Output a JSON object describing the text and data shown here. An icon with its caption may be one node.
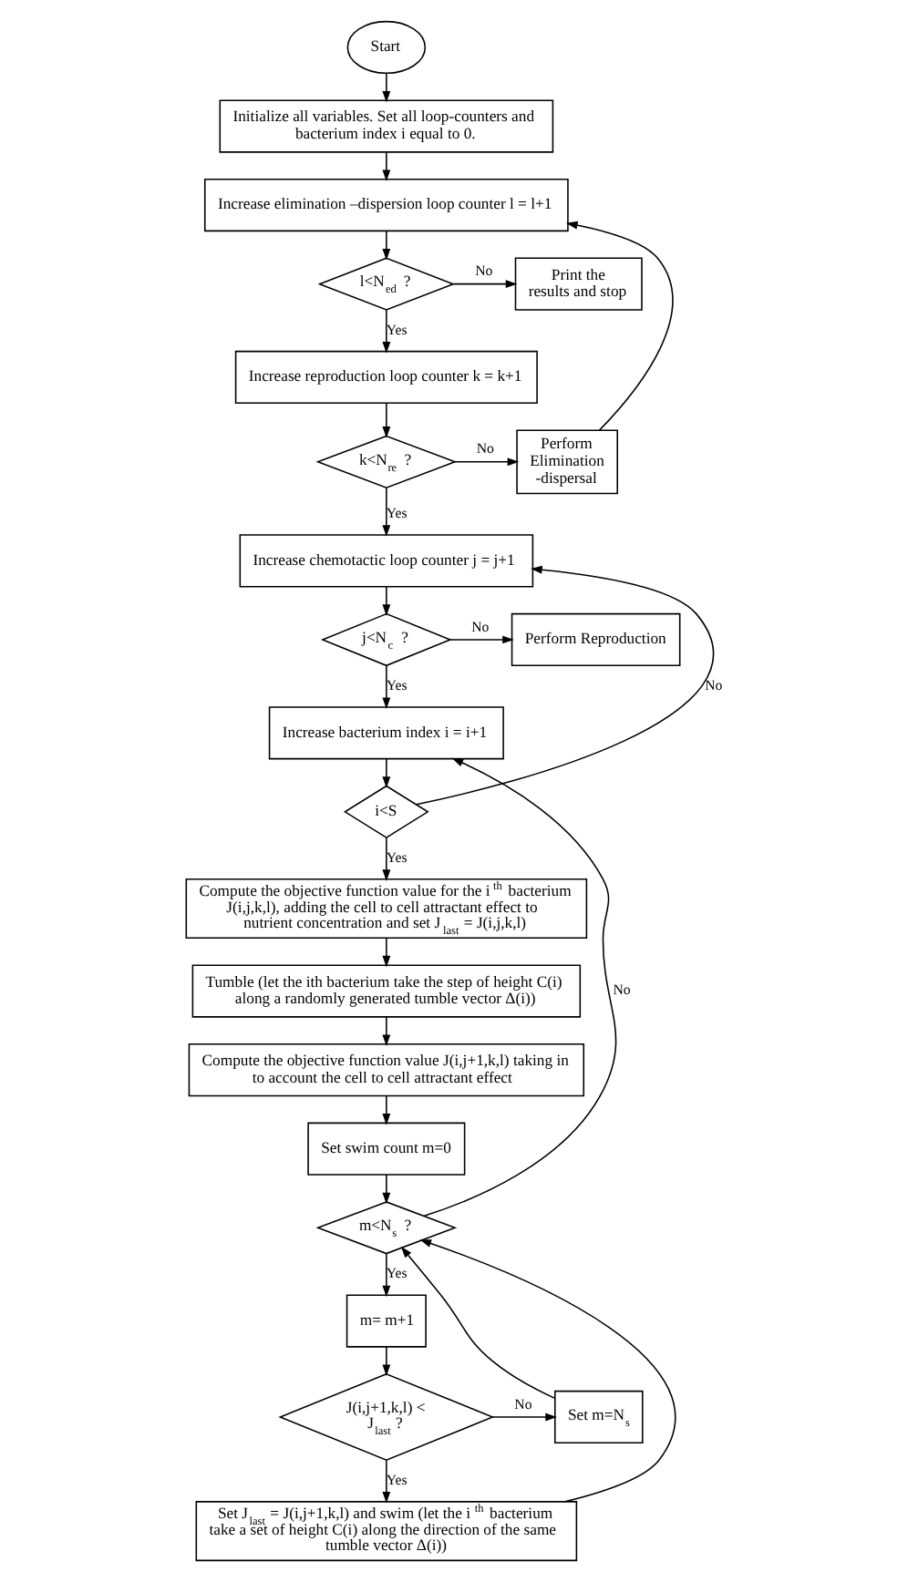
{
  "diagram": {
    "nodes": [
      {
        "text": [
          "Start"
        ]
      },
      {
        "text": [
          "Initialize all variables. Set all loop-counters and bacterium index i equal to 0."
        ]
      },
      {
        "text": [
          "Increase elimination –dispersion loop counter l = l+1"
        ]
      },
      {
        "text": [
          "l<N$_{ed}$ ?"
        ]
      },
      {
        "text": [
          "Print the results and stop"
        ]
      },
      {
        "text": [
          "Perform Elimination -dispersal"
        ]
      },
      {
        "text": [
          "Increase reproduction loop counter k = k+1"
        ]
      },
      {
        "text": [
          "k<N$_{re}$ ?"
        ]
      },
      {
        "text": [
          "Increase chemotactic loop counter j = j+1"
        ]
      },
      {
        "text": [
          "j<N$_{c}$ ?"
        ]
      },
      {
        "text": [
          "Perform Reproduction"
        ]
      },
      {
        "text": [
          "Increase bacterium index i = i+1"
        ]
      },
      {
        "text": [
          "i<S"
        ]
      },
      {
        "text": [
          "Compute the objective function value for the i$^{th}$ bacterium J(i,j,k,l), adding the cell to cell attractant effect to nutrient concentration and set J$_{last}$ = J(i,j,k,l)"
        ]
      },
      {
        "text": [
          "Tumble (let the ith bacterium take the step of height C(i) along a randomly generated tumble vector Δ(i))"
        ]
      },
      {
        "text": [
          "Compute the objective function value J(i,j+1,k,l) taking in to account the cell to cell attractant effect"
        ]
      },
      {
        "text": [
          "Set swim count m=0"
        ]
      },
      {
        "text": [
          "m<N$_{s}$ ?"
        ]
      },
      {
        "text": [
          "m= m+1"
        ]
      },
      {
        "text": [
          "J(i,j+1,k,l) < J$_{last}$ ?"
        ]
      },
      {
        "text": [
          "Set m=N$_{s}$"
        ]
      },
      {
        "text": [
          "Set J$_{last}$ = J(i,j+1,k,l) and swim (let the i$^{th}$ bacterium take a set of height C(i) along the direction of the same tumble vector Δ(i))"
        ]
      }
    ],
    "edges": [
      {
        "from": 0,
        "to": 1,
        "arrow": "to"
      },
      {
        "from": 1,
        "to": 2,
        "arrow": "to"
      },
      {
        "from": 2,
        "to": 3,
        "arrow": "to"
      },
      {
        "from": 3,
        "to": 4,
        "arrow": "to",
        "label": "No"
      },
      {
        "from": 3,
        "to": 6,
        "arrow": "to",
        "label": "Yes"
      },
      {
        "from": 6,
        "to": 7,
        "arrow": "to"
      },
      {
        "from": 7,
        "to": 5,
        "arrow": "to",
        "label": "No"
      },
      {
        "from": 5,
        "to": 2,
        "arrow": "to"
      },
      {
        "from": 7,
        "to": 8,
        "arrow": "to",
        "label": "Yes"
      },
      {
        "from": 8,
        "to": 9,
        "arrow": "to"
      },
      {
        "from": 9,
        "to": 10,
        "arrow": "to",
        "label": "No"
      },
      {
        "from": 9,
        "to": 11,
        "arrow": "to",
        "label": "Yes"
      },
      {
        "from": 11,
        "to": 12,
        "arrow": "to"
      },
      {
        "from": 12,
        "to": 8,
        "arrow": "to",
        "label": "No"
      },
      {
        "from": 12,
        "to": 13,
        "arrow": "to",
        "label": "Yes"
      },
      {
        "from": 13,
        "to": 14,
        "arrow": "to"
      },
      {
        "from": 14,
        "to": 15,
        "arrow": "to"
      },
      {
        "from": 15,
        "to": 16,
        "arrow": "to"
      },
      {
        "from": 16,
        "to": 17,
        "arrow": "to"
      },
      {
        "from": 17,
        "to": 11,
        "arrow": "to",
        "label": "No"
      },
      {
        "from": 17,
        "to": 18,
        "arrow": "to",
        "label": "Yes"
      },
      {
        "from": 18,
        "to": 19,
        "arrow": "to"
      },
      {
        "from": 19,
        "to": 20,
        "arrow": "to",
        "label": "No"
      },
      {
        "from": 19,
        "to": 21,
        "arrow": "to",
        "label": "Yes"
      },
      {
        "from": 20,
        "to": 17,
        "arrow": "to"
      },
      {
        "from": 21,
        "to": 17,
        "arrow": "to"
      }
    ]
  }
}
